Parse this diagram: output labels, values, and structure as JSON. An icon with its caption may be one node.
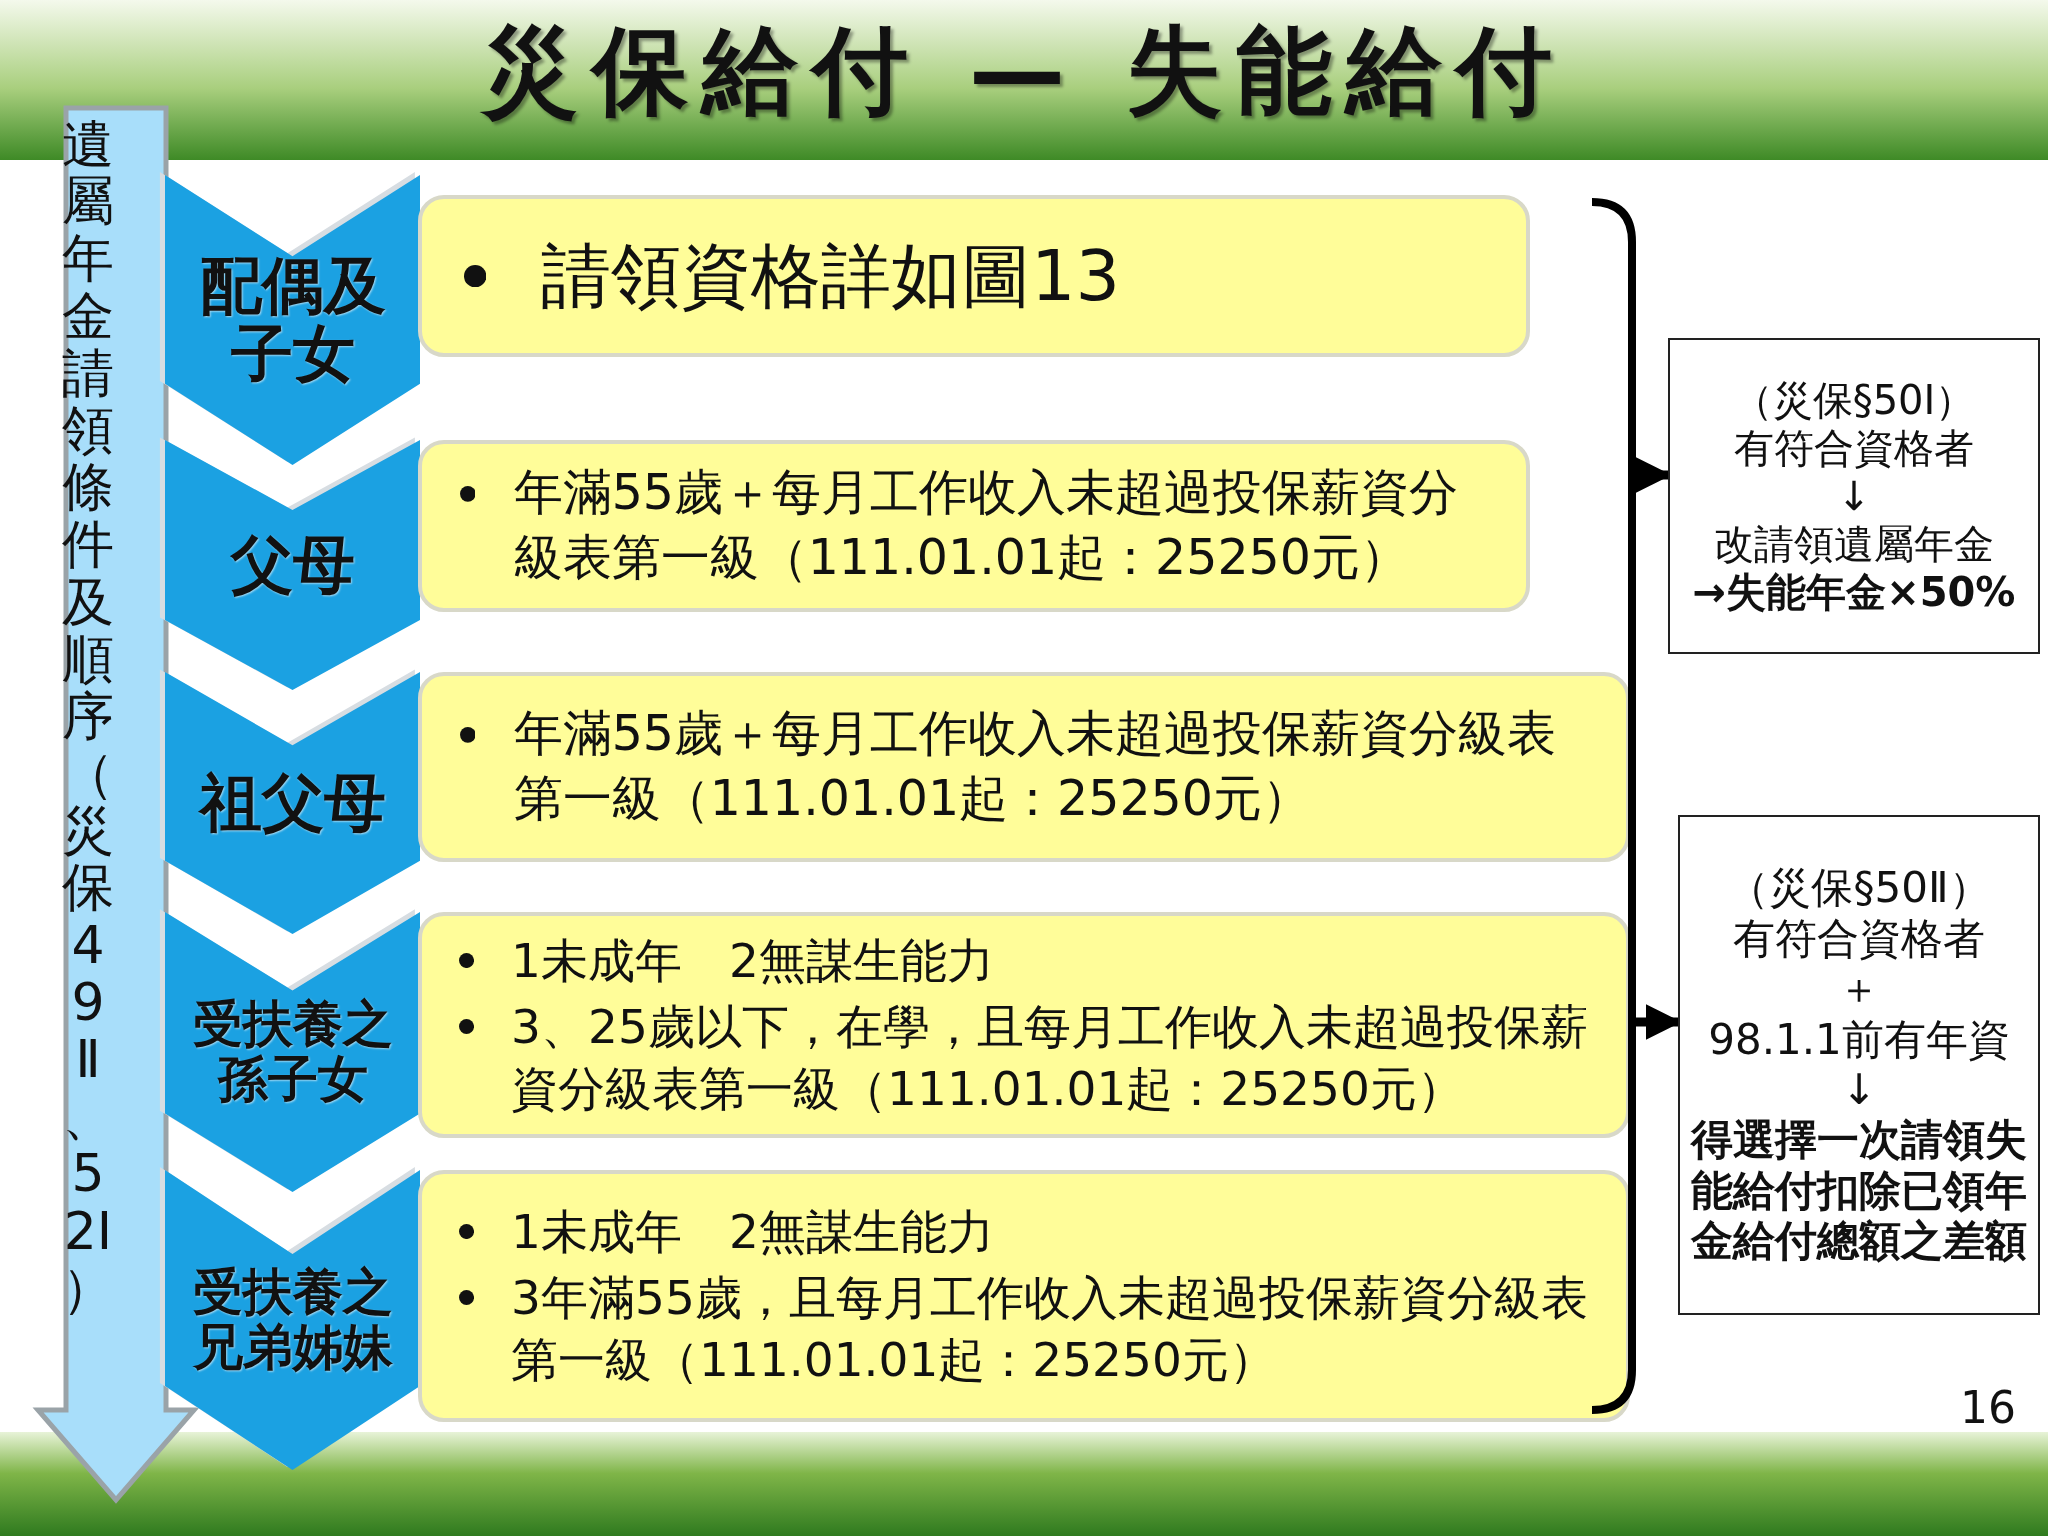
{
  "diagram": {
    "title": "災保給付 — 失能給付",
    "nodes": [
      {
        "text": [
          "遺屬年金請領條件及順序（災保49Ⅱ、52Ⅰ）"
        ]
      },
      {
        "text": [
          "配偶及子女"
        ]
      },
      {
        "text": [
          "請領資格詳如圖13"
        ]
      },
      {
        "text": [
          "父母"
        ]
      },
      {
        "text": [
          "年滿55歲＋每月工作收入未超過投保薪資分級表第一級（111.01.01起：25250元）"
        ]
      },
      {
        "text": [
          "祖父母"
        ]
      },
      {
        "text": [
          "年滿55歲＋每月工作收入未超過投保薪資分級表第一級（111.01.01起：25250元）"
        ]
      },
      {
        "text": [
          "受扶養之孫子女"
        ]
      },
      {
        "text": [
          "1未成年　2無謀生能力",
          "3、25歲以下，在學，且每月工作收入未超過投保薪資分級表第一級（111.01.01起：25250元）"
        ]
      },
      {
        "text": [
          "受扶養之兄弟姊妹"
        ]
      },
      {
        "text": [
          "1未成年　2無謀生能力",
          "3年滿55歲，且每月工作收入未超過投保薪資分級表第一級（111.01.01起：25250元）"
        ]
      },
      {
        "text": [
          "（災保§50Ⅰ）",
          "有符合資格者",
          "↓",
          "改請領遺屬年金",
          "→失能年金×50%"
        ]
      },
      {
        "text": [
          "（災保§50Ⅱ）",
          "有符合資格者",
          "＋",
          "98.1.1前有年資",
          "↓",
          "得選擇一次請領失能給付扣除已領年金給付總額之差額"
        ]
      },
      {
        "text": [],
        "shape": "bracket"
      }
    ],
    "edges": [
      {
        "from": 13,
        "to": 11,
        "arrow": "to"
      },
      {
        "from": 13,
        "to": 12,
        "arrow": "to"
      }
    ],
    "labels": [
      "16"
    ]
  }
}
